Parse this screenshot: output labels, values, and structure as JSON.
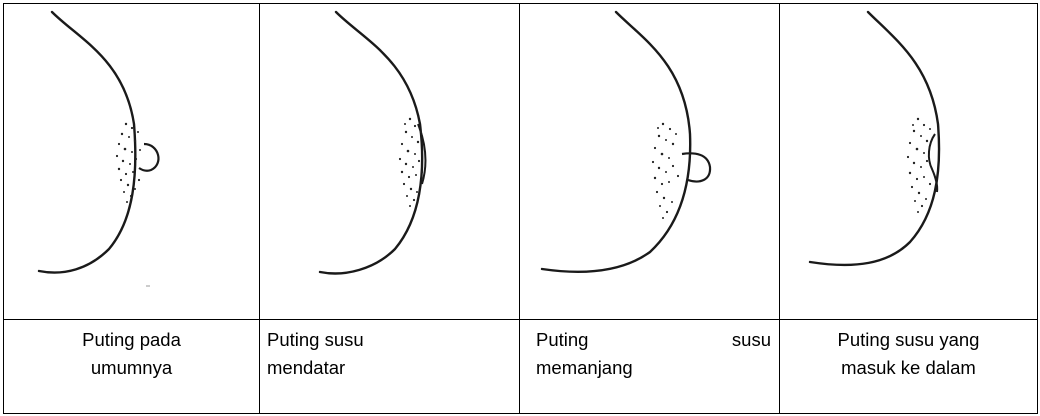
{
  "cells": [
    {
      "lines": [
        "Puting pada",
        "umumnya"
      ]
    },
    {
      "lines": [
        "Puting susu",
        "mendatar"
      ]
    },
    {
      "lines": [
        "Puting",
        "susu",
        "memanjang"
      ]
    },
    {
      "lines": [
        "Puting susu yang",
        "masuk ke dalam"
      ]
    }
  ],
  "illustrations": [
    {
      "icon": "breast-nipple-normal-icon"
    },
    {
      "icon": "breast-nipple-flat-icon"
    },
    {
      "icon": "breast-nipple-elongated-icon"
    },
    {
      "icon": "breast-nipple-inverted-icon"
    }
  ]
}
